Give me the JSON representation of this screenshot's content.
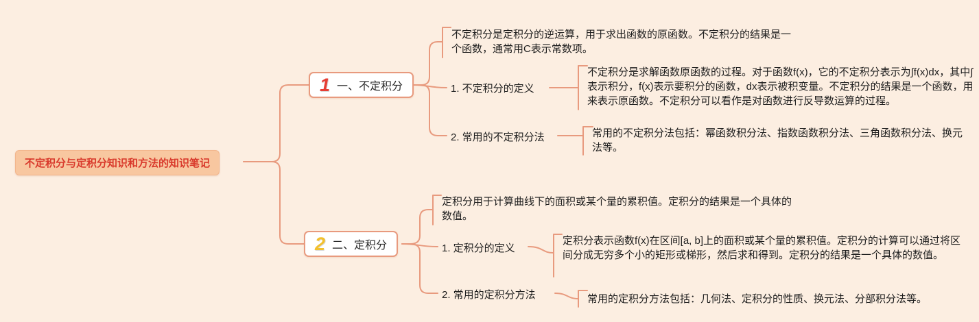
{
  "canvas": {
    "background": "#fceee1",
    "connector_color": "#e89a7e"
  },
  "root": {
    "label": "不定积分与定积分知识和方法的知识笔记",
    "bg_color": "#f8c7a0",
    "text_color": "#d93a2c"
  },
  "branches": [
    {
      "number": "1",
      "number_color": "#e63e34",
      "label": "一、不定积分",
      "summary": "不定积分是定积分的逆运算，用于求出函数的原函数。不定积分的结果是一个函数，通常用C表示常数项。",
      "children": [
        {
          "label": "1. 不定积分的定义",
          "detail": "不定积分是求解函数原函数的过程。对于函数f(x)，它的不定积分表示为∫f(x)dx，其中∫表示积分，f(x)表示要积分的函数，dx表示被积变量。不定积分的结果是一个函数，用来表示原函数。不定积分可以看作是对函数进行反导数运算的过程。"
        },
        {
          "label": "2. 常用的不定积分法",
          "detail": "常用的不定积分法包括：幂函数积分法、指数函数积分法、三角函数积分法、换元法等。"
        }
      ]
    },
    {
      "number": "2",
      "number_color": "#f2c02e",
      "label": "二、定积分",
      "summary": "定积分用于计算曲线下的面积或某个量的累积值。定积分的结果是一个具体的数值。",
      "children": [
        {
          "label": "1. 定积分的定义",
          "detail": "定积分表示函数f(x)在区间[a, b]上的面积或某个量的累积值。定积分的计算可以通过将区间分成无穷多个小的矩形或梯形，然后求和得到。定积分的结果是一个具体的数值。"
        },
        {
          "label": "2. 常用的定积分方法",
          "detail": "常用的定积分方法包括：几何法、定积分的性质、换元法、分部积分法等。"
        }
      ]
    }
  ]
}
